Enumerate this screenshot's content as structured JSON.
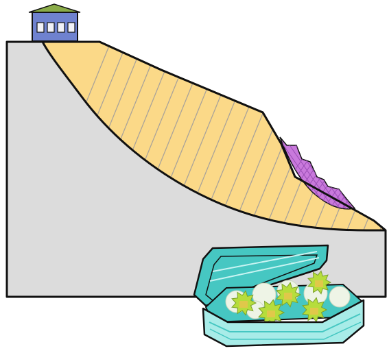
{
  "diagram": {
    "type": "landslide-slope-illustration",
    "colors": {
      "ground": "#dcdcdc",
      "outline": "#111111",
      "slide_mass": "#fbd988",
      "hatch_lines": "#a9a39a",
      "debris_lobe": "#c979dc",
      "house_wall": "#6f82cf",
      "house_roof": "#8aac48",
      "house_windows": "#f2f2f8",
      "chest_teal": "#46c7c2",
      "chest_light": "#a8ece8",
      "chest_pale": "#c8f4f2",
      "treasure_white": "#eef4e6",
      "treasure_green": "#b6dd3c",
      "treasure_gold": "#e0c84a"
    },
    "elements": [
      "ground-block",
      "slide-mass",
      "slip-surface",
      "debris-lobe",
      "house-on-crest",
      "treasure-chest"
    ]
  }
}
